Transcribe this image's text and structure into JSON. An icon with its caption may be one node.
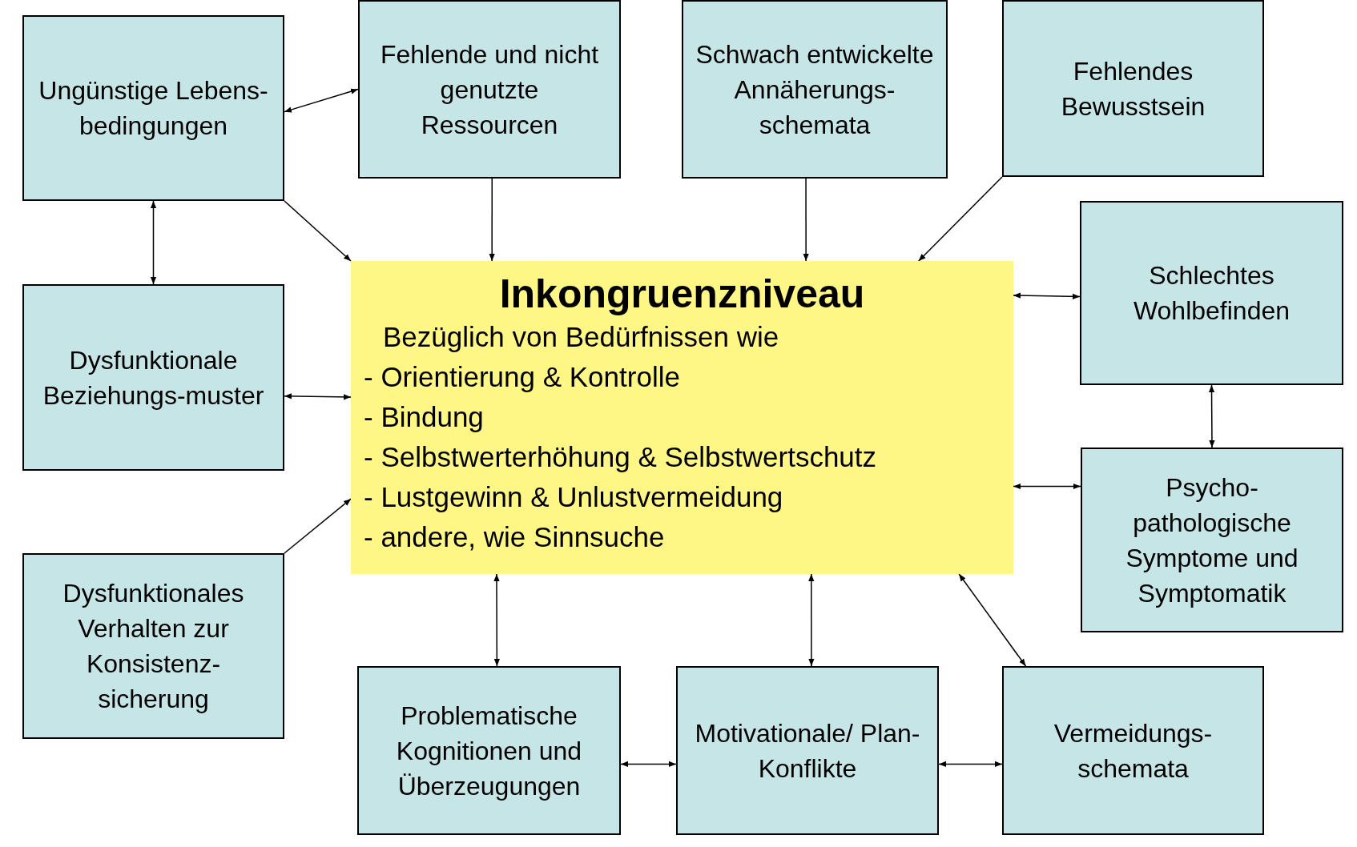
{
  "diagram": {
    "nodes": [
      {
        "text": [
          "Ungünstige Lebens-bedingungen"
        ]
      },
      {
        "text": [
          "Fehlende und nicht genutzte Ressourcen"
        ]
      },
      {
        "text": [
          "Schwach entwickelte Annäherungs-schemata"
        ]
      },
      {
        "text": [
          "Fehlendes Bewusstsein"
        ]
      },
      {
        "text": [
          "Inkongruenzniveau",
          "Bezüglich von Bedürfnissen wie",
          "- Orientierung & Kontrolle",
          "- Bindung",
          "- Selbstwerterhöhung & Selbstwertschutz",
          "- Lustgewinn & Unlustvermeidung",
          "- andere, wie Sinnsuche"
        ]
      },
      {
        "text": [
          "Dysfunktionale Beziehungs-muster"
        ]
      },
      {
        "text": [
          "Schlechtes Wohlbefinden"
        ]
      },
      {
        "text": [
          "Psycho-pathologische Symptome und Symptomatik"
        ]
      },
      {
        "text": [
          "Dysfunktionales Verhalten zur Konsistenz-sicherung"
        ]
      },
      {
        "text": [
          "Problematische Kognitionen und Überzeugungen"
        ]
      },
      {
        "text": [
          "Motivationale/ Plan-Konflikte"
        ]
      },
      {
        "text": [
          "Vermeidungs-schemata"
        ]
      }
    ],
    "edges": [
      {
        "from": 0,
        "to": 1,
        "arrow": "both"
      },
      {
        "from": 0,
        "to": 5,
        "arrow": "both"
      },
      {
        "from": 0,
        "to": 4,
        "arrow": "to"
      },
      {
        "from": 1,
        "to": 4,
        "arrow": "to"
      },
      {
        "from": 2,
        "to": 4,
        "arrow": "to"
      },
      {
        "from": 3,
        "to": 4,
        "arrow": "to"
      },
      {
        "from": 5,
        "to": 4,
        "arrow": "both"
      },
      {
        "from": 8,
        "to": 4,
        "arrow": "to"
      },
      {
        "from": 4,
        "to": 6,
        "arrow": "both"
      },
      {
        "from": 6,
        "to": 7,
        "arrow": "both"
      },
      {
        "from": 4,
        "to": 7,
        "arrow": "both"
      },
      {
        "from": 4,
        "to": 9,
        "arrow": "both"
      },
      {
        "from": 4,
        "to": 10,
        "arrow": "both"
      },
      {
        "from": 4,
        "to": 11,
        "arrow": "both"
      },
      {
        "from": 9,
        "to": 10,
        "arrow": "both"
      },
      {
        "from": 10,
        "to": 11,
        "arrow": "both"
      }
    ]
  }
}
